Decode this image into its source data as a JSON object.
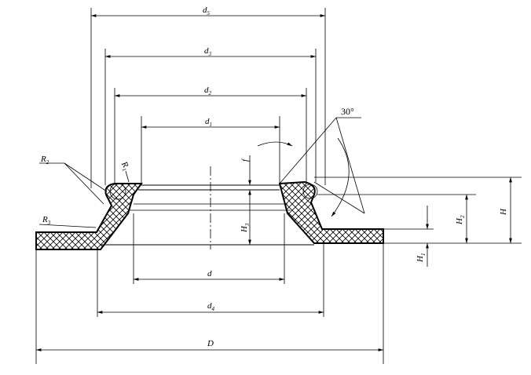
{
  "labels": {
    "d5": {
      "main": "d",
      "sub": "5"
    },
    "d3": {
      "main": "d",
      "sub": "3"
    },
    "d2": {
      "main": "d",
      "sub": "2"
    },
    "d1": {
      "main": "d",
      "sub": "1"
    },
    "d": {
      "main": "d",
      "sub": ""
    },
    "d4": {
      "main": "d",
      "sub": "4"
    },
    "D": {
      "main": "D",
      "sub": ""
    },
    "R2": {
      "main": "R",
      "sub": "2"
    },
    "R1": {
      "main": "R",
      "sub": "1"
    },
    "R3": {
      "main": "R",
      "sub": "3"
    },
    "f": {
      "main": "f",
      "sub": ""
    },
    "H3": {
      "main": "H",
      "sub": "3"
    },
    "H2": {
      "main": "H",
      "sub": "2"
    },
    "H": {
      "main": "H",
      "sub": ""
    },
    "H1": {
      "main": "H",
      "sub": "1"
    },
    "angle": "30°"
  }
}
